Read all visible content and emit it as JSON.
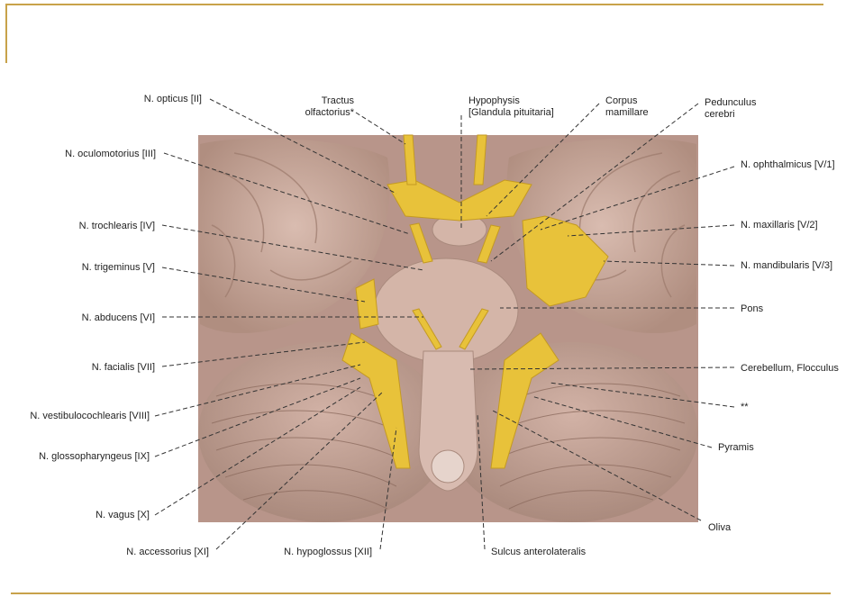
{
  "labels": {
    "n_opticus": "N. opticus [II]",
    "tractus_olfactorius_1": "Tractus",
    "tractus_olfactorius_2": "olfactorius*",
    "hypophysis_1": "Hypophysis",
    "hypophysis_2": "[Glandula pituitaria]",
    "corpus_mamillare_1": "Corpus",
    "corpus_mamillare_2": "mamillare",
    "pedunculus_1": "Pedunculus",
    "pedunculus_2": "cerebri",
    "n_oculomotorius": "N. oculomotorius [III]",
    "n_ophthalmicus": "N. ophthalmicus [V/1]",
    "n_trochlearis": "N. trochlearis [IV]",
    "n_maxillaris": "N. maxillaris [V/2]",
    "n_trigeminus": "N. trigeminus [V]",
    "n_mandibularis": "N. mandibularis [V/3]",
    "n_abducens": "N. abducens [VI]",
    "pons": "Pons",
    "n_facialis": "N. facialis [VII]",
    "cerebellum": "Cerebellum, Flocculus",
    "n_vestibulo": "N. vestibulocochlearis [VIII]",
    "double_star": "**",
    "n_glosso": "N. glossopharyngeus [IX]",
    "pyramis": "Pyramis",
    "n_vagus": "N. vagus [X]",
    "oliva": "Oliva",
    "n_accessorius": "N. accessorius [XI]",
    "n_hypoglossus": "N. hypoglossus [XII]",
    "sulcus": "Sulcus anterolateralis"
  },
  "colors": {
    "frame": "#c8a24a",
    "brain": "#c9a79a",
    "brain_dark": "#a88373",
    "nerve": "#e8c23a",
    "text": "#222222"
  }
}
